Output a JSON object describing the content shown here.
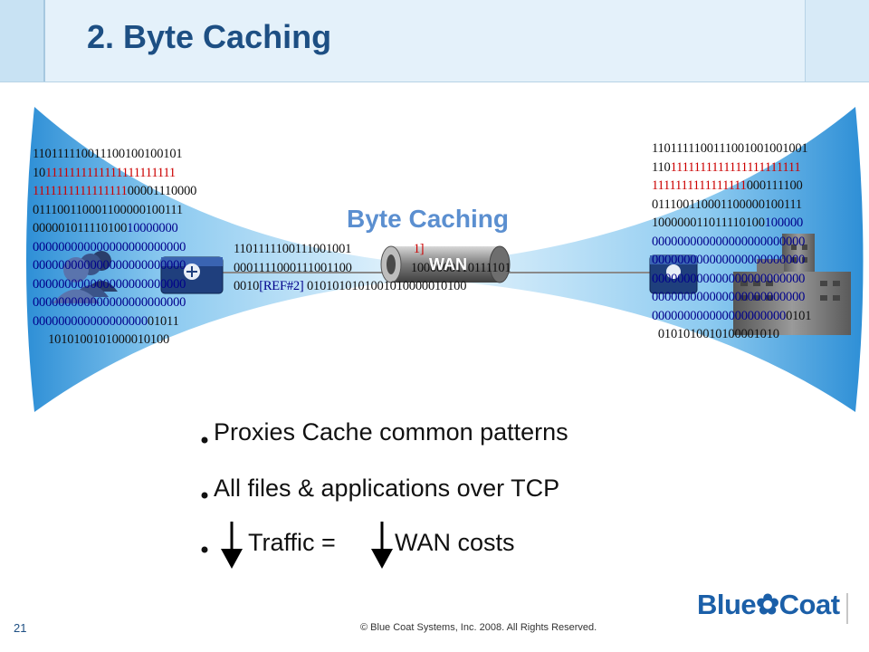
{
  "slide": {
    "title": "2. Byte Caching",
    "diagram_label": "Byte Caching",
    "wan_label": "WAN",
    "left_bits": [
      [
        {
          "t": "110111110011100100100101",
          "c": "blk"
        }
      ],
      [
        {
          "t": "10",
          "c": "blk"
        },
        {
          "t": "1111111111111111111111",
          "c": "red"
        }
      ],
      [
        {
          "t": "1111111111111111",
          "c": "red"
        },
        {
          "t": "00001110000",
          "c": "blk"
        }
      ],
      [
        {
          "t": "011100110001100000100111",
          "c": "blk"
        }
      ],
      [
        {
          "t": "000001011110100",
          "c": "blk"
        },
        {
          "t": "10000000",
          "c": "blue"
        }
      ],
      [
        {
          "t": "000000000000000000000000",
          "c": "blue"
        }
      ],
      [
        {
          "t": "000000000000000000000000",
          "c": "blue"
        }
      ],
      [
        {
          "t": "000000000000000000000000",
          "c": "blue"
        }
      ],
      [
        {
          "t": "000000000000000000000000",
          "c": "blue"
        }
      ],
      [
        {
          "t": "000000000000000000",
          "c": "blue"
        },
        {
          "t": "01011",
          "c": "blk"
        }
      ],
      [
        {
          "t": "     1010100101000010100",
          "c": "blk"
        }
      ]
    ],
    "middle_bits": [
      [
        {
          "t": "1101111100111001001",
          "c": "blk"
        },
        {
          "t": "                    ",
          "c": "blk"
        },
        {
          "t": "1]",
          "c": "red"
        }
      ],
      [
        {
          "t": "0001111000111001100",
          "c": "blk"
        },
        {
          "t": "                   ",
          "c": "blk"
        },
        {
          "t": "1000000110111101",
          "c": "blk"
        }
      ],
      [
        {
          "t": "0010",
          "c": "blk"
        },
        {
          "t": "[REF#2]",
          "c": "blue"
        },
        {
          "t": " 0101010101001010000010100",
          "c": "blk"
        }
      ]
    ],
    "right_bits": [
      [
        {
          "t": "1101111100111001001001001",
          "c": "blk"
        }
      ],
      [
        {
          "t": "110",
          "c": "blk"
        },
        {
          "t": "1111111111111111111111",
          "c": "red"
        }
      ],
      [
        {
          "t": "1111111111111111",
          "c": "red"
        },
        {
          "t": "000111100",
          "c": "blk"
        }
      ],
      [
        {
          "t": "011100110001100000100111",
          "c": "blk"
        }
      ],
      [
        {
          "t": "100000011011110100",
          "c": "blk"
        },
        {
          "t": "100000",
          "c": "blue"
        }
      ],
      [
        {
          "t": "000000000000000000000000",
          "c": "blue"
        }
      ],
      [
        {
          "t": "000000000000000000000000",
          "c": "blue"
        }
      ],
      [
        {
          "t": "000000000000000000000000",
          "c": "blue"
        }
      ],
      [
        {
          "t": "000000000000000000000000",
          "c": "blue"
        }
      ],
      [
        {
          "t": "000000000000000000000",
          "c": "blue"
        },
        {
          "t": "0101",
          "c": "blk"
        }
      ],
      [
        {
          "t": "  0101010010100001010",
          "c": "blk"
        }
      ]
    ],
    "bullets": [
      "Proxies Cache common patterns",
      "All files & applications over TCP",
      "Traffic =",
      "WAN costs"
    ],
    "footer_page": "21",
    "footer_copyright": "© Blue Coat Systems, Inc. 2008. All Rights Reserved.",
    "logo_text": "Blue✿Coat",
    "colors": {
      "title": "#1d4f83",
      "red_bits": "#cc0000",
      "blue_bits": "#00008b",
      "beam": "#9fd2f0"
    },
    "icons": [
      "users-icon",
      "proxy-appliance-icon",
      "wan-pipe-icon",
      "building-icon",
      "down-arrow-icon"
    ]
  }
}
